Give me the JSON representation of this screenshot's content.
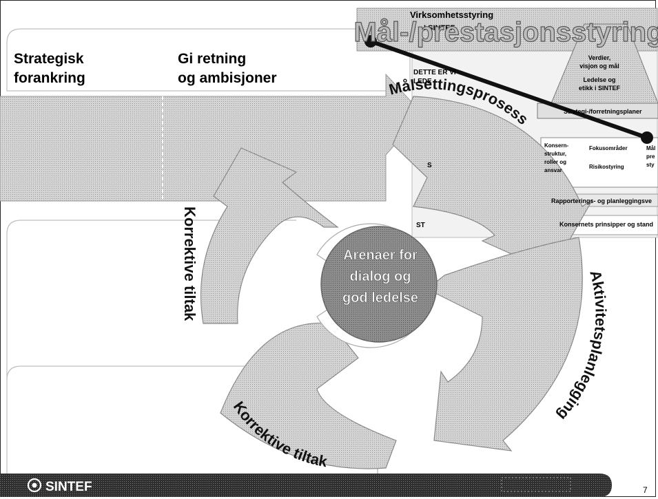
{
  "header": {
    "col1": [
      "Strategisk",
      "forankring"
    ],
    "col2": [
      "Gi retning",
      "og ambisjoner"
    ]
  },
  "title": "Mål-/prestasjonsstyring",
  "background_slide": {
    "title_top": "Virksomhetsstyring",
    "title_sub": "I SINTEF",
    "left_label": [
      "DETTE ER VI",
      "LEDE"
    ],
    "pyramid": [
      "Verdier,",
      "visjon og mål",
      "Ledelse og",
      "etikk i SINTEF"
    ],
    "strategy_bar": "Strategi-/forretningsplaner",
    "row_cells": [
      [
        "Konsern-",
        "struktur,",
        "roller og",
        "ansvar"
      ],
      [
        "Fokusområder"
      ],
      [
        "Risikostyring"
      ],
      [
        "Mål",
        "pre",
        "sty"
      ]
    ],
    "bottom_bar1": "Rapporterings- og planleggingsve",
    "bottom_bar2": "Konsernets prinsipper og stand",
    "side_letters": [
      "S",
      "ST"
    ]
  },
  "cycle": {
    "center": [
      "Arenaer for",
      "dialog og",
      "god ledelse"
    ],
    "arrow_top_right": "Målsettingsprosess",
    "arrow_bottom_right": "Aktivitetsplanlegging",
    "arrow_bottom_left": "Korrektive tiltak",
    "arrow_top_left": "Korrektive tiltak"
  },
  "footer": {
    "logo": "SINTEF",
    "page_number": "7"
  },
  "colors": {
    "arrow_fill": "#cfcfcf",
    "center_fill": "#8a8a8a",
    "header_band": "#c8c8c8",
    "footer_bar": "#3a3a3a"
  }
}
